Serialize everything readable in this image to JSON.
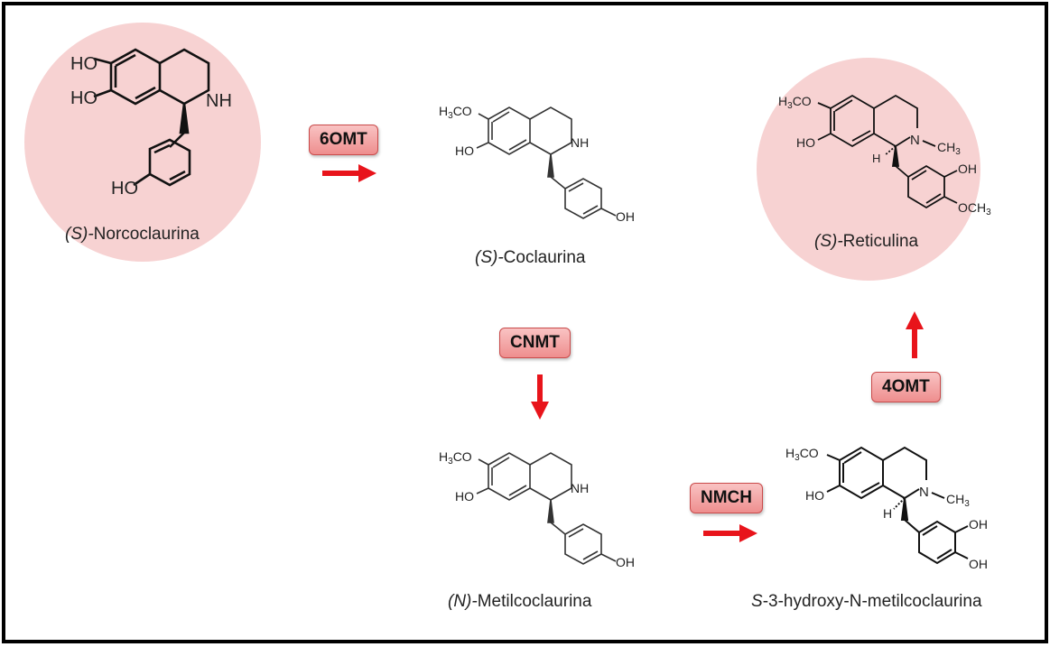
{
  "compounds": {
    "norcoclaurina": {
      "stereo": "(S)-",
      "name": "Norcoclaurina"
    },
    "coclaurina": {
      "stereo": "(S)-",
      "name": "Coclaurina"
    },
    "metilcoclaurina": {
      "stereo": "(N)-",
      "name": "Metilcoclaurina"
    },
    "hydroxy": {
      "stereo": "S",
      "name": "-3-hydroxy-N-metilcoclaurina"
    },
    "reticulina": {
      "stereo": "(S)-",
      "name": "Reticulina"
    }
  },
  "enzymes": {
    "e1": "6OMT",
    "e2": "CNMT",
    "e3": "NMCH",
    "e4": "4OMT"
  },
  "atoms": {
    "HO": "HO",
    "OH": "OH",
    "NH": "NH",
    "N": "N",
    "H": "H",
    "H3CO_main": "H",
    "sub3": "3",
    "CO": "CO",
    "CH": "CH",
    "OCH": "OCH"
  },
  "colors": {
    "arrow": "#e8141b",
    "highlight": "#f7d2d2",
    "enzyme_border": "#c94a4a"
  }
}
